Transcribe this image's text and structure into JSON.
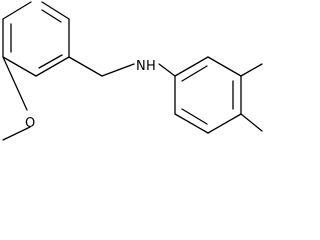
{
  "molecule": {
    "atom_labels": {
      "amine_nitrogen": "N",
      "amine_hydrogen": "H",
      "ether_oxygen": "O"
    },
    "groups": {
      "methoxy_substituent": "methoxy",
      "methyl_substituent_upper": "methyl",
      "methyl_substituent_lower": "methyl"
    }
  }
}
